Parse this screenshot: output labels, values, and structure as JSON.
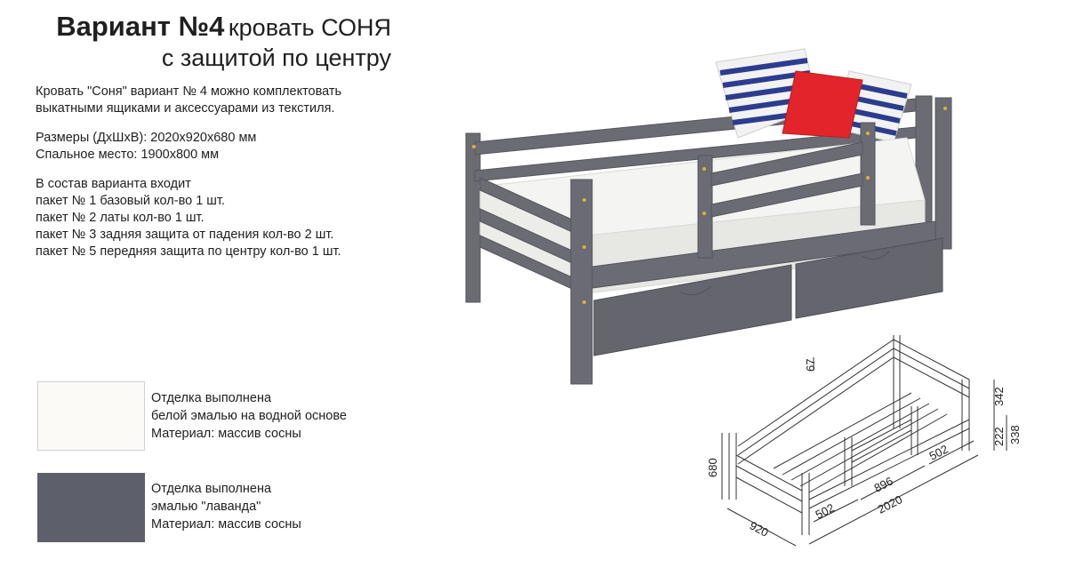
{
  "header": {
    "title_bold": "Вариант №4",
    "title_rest": "кровать СОНЯ",
    "title_line2": "с защитой по центру"
  },
  "description": {
    "intro_1": "Кровать \"Соня\" вариант № 4 можно комплектовать",
    "intro_2": "выкатными ящиками и аксессуарами из текстиля.",
    "size": "Размеры (ДхШхВ): 2020х920х680 мм",
    "sleep_place": "Спальное место: 1900х800 мм",
    "kit_title": "В состав варианта входит",
    "kit": [
      "пакет № 1 базовый кол-во 1 шт.",
      "пакет № 2 латы кол-во 1 шт.",
      "пакет № 3 задняя защита от падения кол-во 2 шт.",
      "пакет № 5 передняя защита по центру кол-во 1 шт."
    ]
  },
  "finishes": [
    {
      "line1": "Отделка выполнена",
      "line2": "белой эмалью на водной основе",
      "line3": "Материал: массив сосны",
      "color": "#fbfaf6"
    },
    {
      "line1": "Отделка выполнена",
      "line2": "эмалью \"лаванда\"",
      "line3": "Материал: массив сосны",
      "color": "#5d5f6a"
    }
  ],
  "dimensions": {
    "d67": "67",
    "d342": "342",
    "d338": "338",
    "d222": "222",
    "d680": "680",
    "d502a": "502",
    "d896": "896",
    "d502b": "502",
    "d2020": "2020",
    "d920": "920"
  },
  "colors": {
    "frame": "#6a6b73",
    "frame_dark": "#55565e",
    "mattress": "#f4f4f2",
    "pillow_red": "#e3252b",
    "stripe_blue": "#2c3d8f"
  }
}
